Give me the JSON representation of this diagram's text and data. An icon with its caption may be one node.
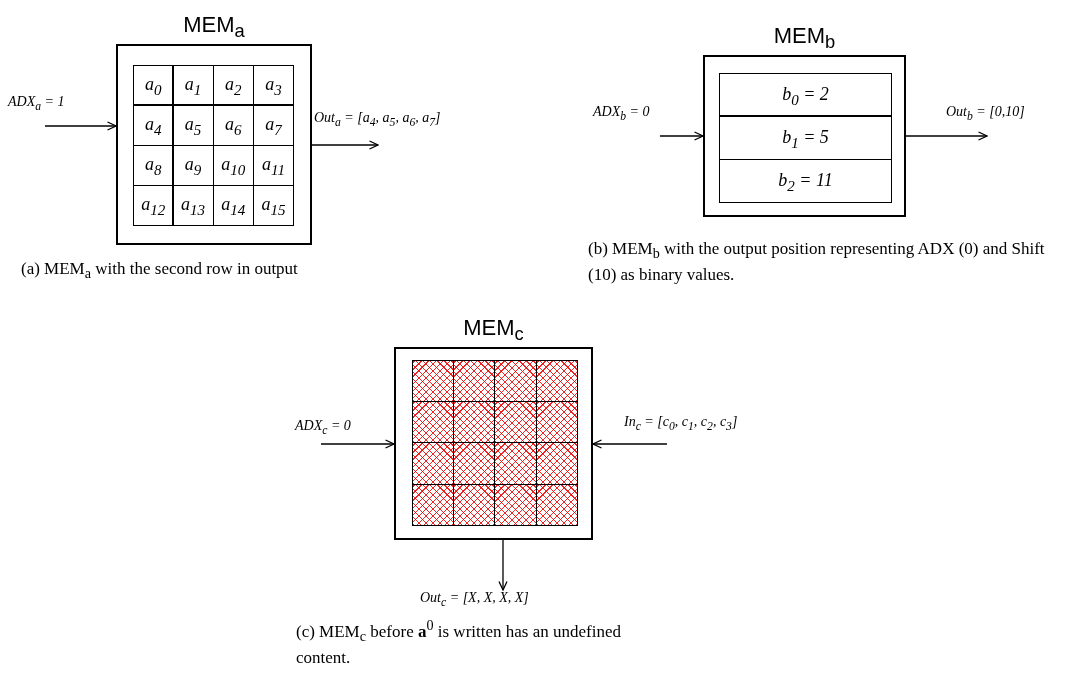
{
  "diagram": {
    "nodes": [
      {
        "text": [
          "MEM$_{a}$"
        ]
      },
      {
        "text": [
          "a$_{0}$"
        ],
        "in": 0
      },
      {
        "text": [
          "a$_{1}$"
        ],
        "in": 0
      },
      {
        "text": [
          "a$_{2}$"
        ],
        "in": 0
      },
      {
        "text": [
          "a$_{3}$"
        ],
        "in": 0
      },
      {
        "text": [
          "a$_{4}$"
        ],
        "in": 0
      },
      {
        "text": [
          "a$_{5}$"
        ],
        "in": 0
      },
      {
        "text": [
          "a$_{6}$"
        ],
        "in": 0
      },
      {
        "text": [
          "a$_{7}$"
        ],
        "in": 0
      },
      {
        "text": [
          "a$_{8}$"
        ],
        "in": 0
      },
      {
        "text": [
          "a$_{9}$"
        ],
        "in": 0
      },
      {
        "text": [
          "a$_{10}$"
        ],
        "in": 0
      },
      {
        "text": [
          "a$_{11}$"
        ],
        "in": 0
      },
      {
        "text": [
          "a$_{12}$"
        ],
        "in": 0
      },
      {
        "text": [
          "a$_{13}$"
        ],
        "in": 0
      },
      {
        "text": [
          "a$_{14}$"
        ],
        "in": 0
      },
      {
        "text": [
          "a$_{15}$"
        ],
        "in": 0
      },
      {
        "text": [
          "ADX$_{a}$ = 1"
        ]
      },
      {
        "text": [
          "Out$_{a}$ = [a$_{4}$, a$_{5}$, a$_{6}$, a$_{7}$]"
        ]
      },
      {
        "text": [
          "MEM$_{b}$"
        ]
      },
      {
        "text": [
          "b$_{0}$ = 2"
        ],
        "in": 19
      },
      {
        "text": [
          "b$_{1}$ = 5"
        ],
        "in": 19
      },
      {
        "text": [
          "b$_{2}$ = 11"
        ],
        "in": 19
      },
      {
        "text": [
          "ADX$_{b}$ = 0"
        ]
      },
      {
        "text": [
          "Out$_{b}$ = [0,10]"
        ]
      },
      {
        "text": [
          "MEM$_{c}$"
        ]
      },
      {
        "text": [],
        "shape": "box",
        "in": 25
      },
      {
        "text": [],
        "shape": "box",
        "in": 25
      },
      {
        "text": [],
        "shape": "box",
        "in": 25
      },
      {
        "text": [],
        "shape": "box",
        "in": 25
      },
      {
        "text": [],
        "shape": "box",
        "in": 25
      },
      {
        "text": [],
        "shape": "box",
        "in": 25
      },
      {
        "text": [],
        "shape": "box",
        "in": 25
      },
      {
        "text": [],
        "shape": "box",
        "in": 25
      },
      {
        "text": [],
        "shape": "box",
        "in": 25
      },
      {
        "text": [],
        "shape": "box",
        "in": 25
      },
      {
        "text": [],
        "shape": "box",
        "in": 25
      },
      {
        "text": [],
        "shape": "box",
        "in": 25
      },
      {
        "text": [],
        "shape": "box",
        "in": 25
      },
      {
        "text": [],
        "shape": "box",
        "in": 25
      },
      {
        "text": [],
        "shape": "box",
        "in": 25
      },
      {
        "text": [],
        "shape": "box",
        "in": 25
      },
      {
        "text": [
          "ADX$_{c}$ = 0"
        ]
      },
      {
        "text": [
          "In$_{c}$ = [c$_{0}$, c$_{1}$, c$_{2}$, c$_{3}$]"
        ]
      },
      {
        "text": [
          "Out$_{c}$ = [X, X, X, X]"
        ]
      }
    ],
    "edges": [
      {
        "from": 17,
        "to": 0,
        "arrow": "to"
      },
      {
        "from": 0,
        "to": 18,
        "arrow": "to"
      },
      {
        "from": 23,
        "to": 19,
        "arrow": "to"
      },
      {
        "from": 19,
        "to": 24,
        "arrow": "to"
      },
      {
        "from": 42,
        "to": 25,
        "arrow": "to"
      },
      {
        "from": 43,
        "to": 25,
        "arrow": "to"
      },
      {
        "from": 25,
        "to": 44,
        "arrow": "to"
      }
    ],
    "labels": [
      "(a) MEM$_{a}$ with the second row in output",
      "(b) MEM$_{b}$ with the output position representing ADX (0) and Shift (10) as binary values.",
      "(c) MEM$_{c}$ before **a**$^{0}$ is written has an undefined content."
    ]
  }
}
